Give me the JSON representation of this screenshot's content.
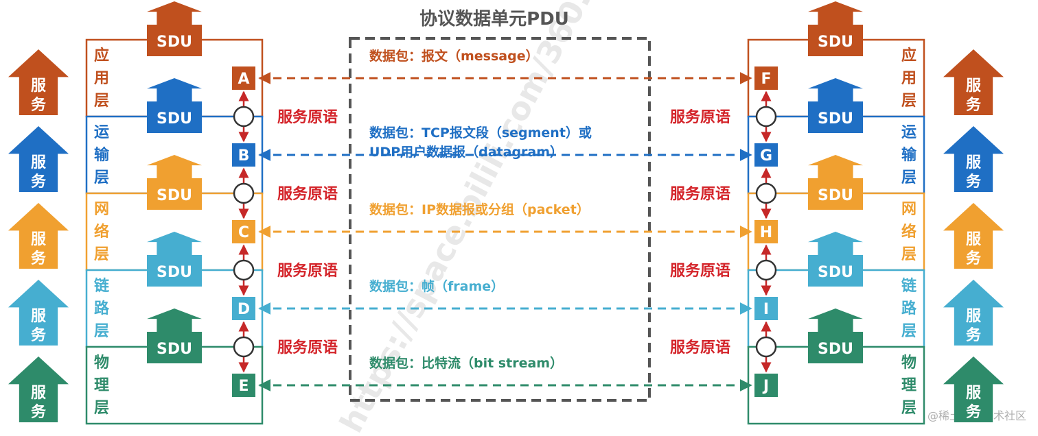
{
  "title": "协议数据单元PDU",
  "service_label": [
    "服",
    "务"
  ],
  "sdu_label": "SDU",
  "primitive_label": "服务原语",
  "watermark_url": "https://space.bilili.com/360...",
  "watermark_credit": "@稀土掘金技术社区",
  "layers": [
    {
      "name": [
        "应",
        "用",
        "层"
      ],
      "left_point": "A",
      "right_point": "F",
      "color": "#c0501e",
      "pdu": [
        "数据包：报文（message）"
      ]
    },
    {
      "name": [
        "运",
        "输",
        "层"
      ],
      "left_point": "B",
      "right_point": "G",
      "color": "#1f6fc4",
      "pdu": [
        "数据包：TCP报文段（segment）或",
        "UDP用户数据报（datagram）"
      ]
    },
    {
      "name": [
        "网",
        "络",
        "层"
      ],
      "left_point": "C",
      "right_point": "H",
      "color": "#f0a030",
      "pdu": [
        "数据包：IP数据报或分组（packet）"
      ]
    },
    {
      "name": [
        "链",
        "路",
        "层"
      ],
      "left_point": "D",
      "right_point": "I",
      "color": "#46aed0",
      "pdu": [
        "数据包：帧（frame）"
      ]
    },
    {
      "name": [
        "物",
        "理",
        "层"
      ],
      "left_point": "E",
      "right_point": "J",
      "color": "#2e8b6a",
      "pdu": [
        "数据包：比特流（bit stream）"
      ]
    }
  ],
  "colors": {
    "primitive": "#d4242a",
    "arrow_red": "#c62828",
    "pdu_box": "#555555"
  }
}
